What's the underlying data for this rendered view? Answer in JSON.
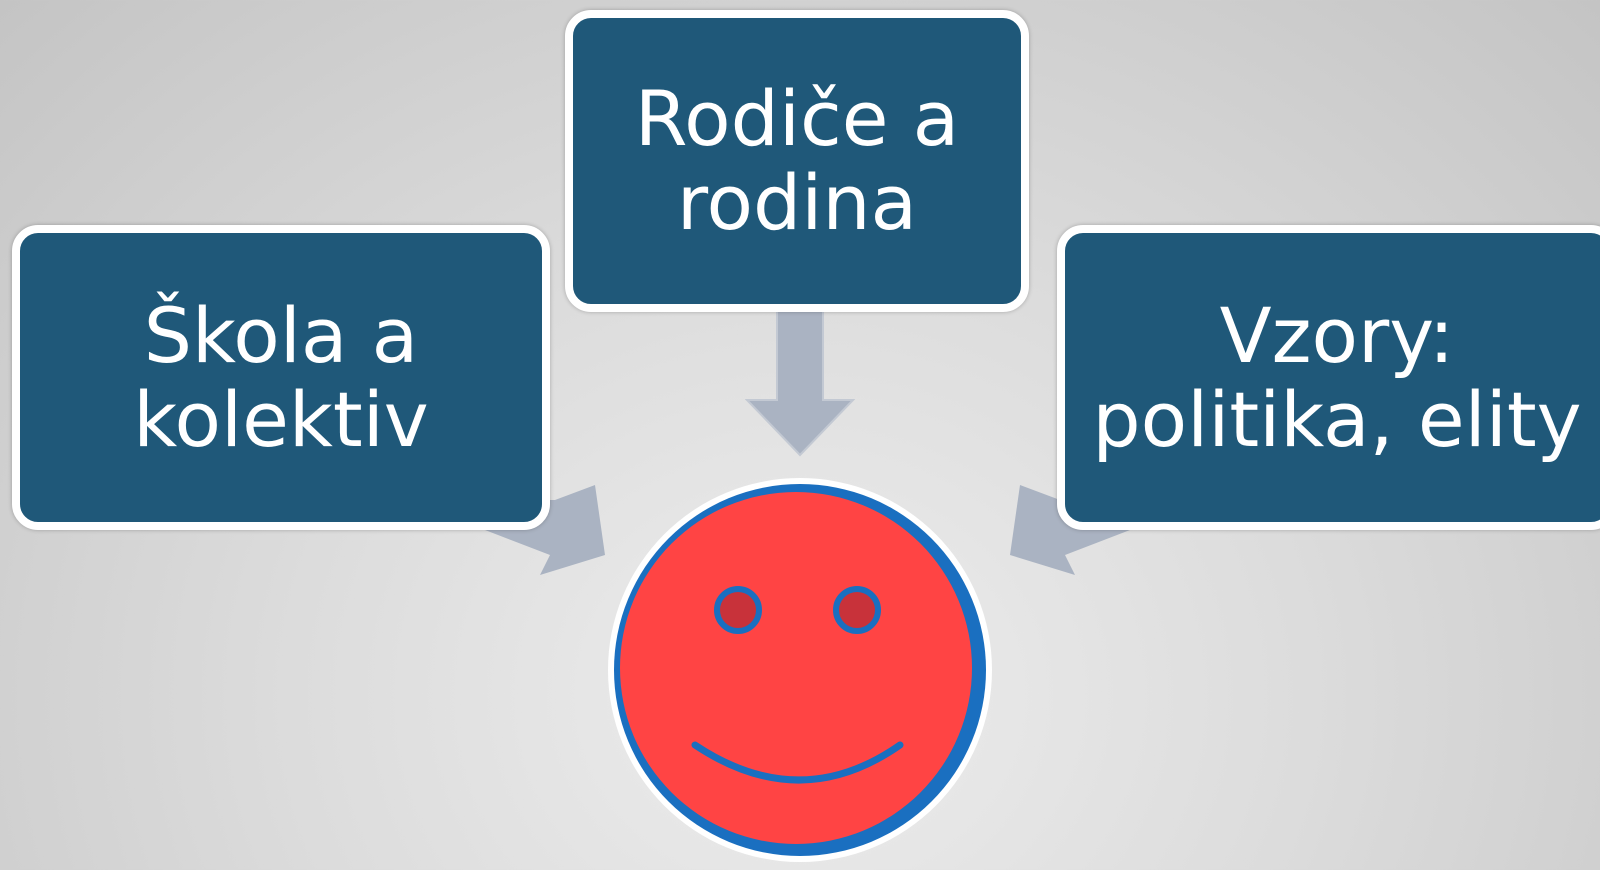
{
  "diagram": {
    "top_box": {
      "text": "Rodiče a\nrodina"
    },
    "left_box": {
      "text": "Škola a\nkolektiv"
    },
    "right_box": {
      "text": "Vzory:\npolitika, elity"
    }
  },
  "colors": {
    "box_fill": "#1f5879",
    "box_border": "#ffffff",
    "arrow": "#aab3c2",
    "face_fill": "#ff4444",
    "face_outline": "#1a6fc0",
    "eye_fill": "#c8323a"
  },
  "icons": {
    "face": "smiley-face-icon",
    "arrows": "arrow-down-icon"
  }
}
